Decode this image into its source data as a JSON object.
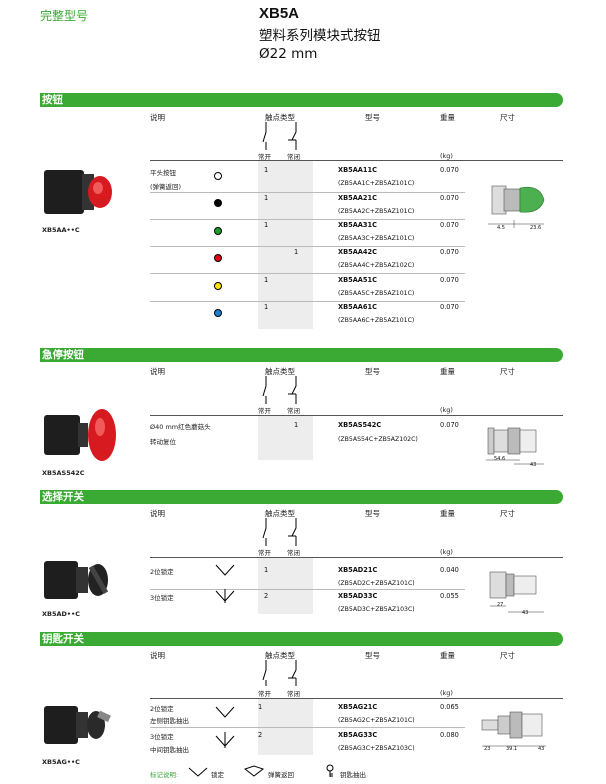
{
  "header": {
    "left_label": "完整型号",
    "title": "XB5A",
    "subtitle1": "塑料系列模块式按钮",
    "subtitle2": "Ø22 mm"
  },
  "columns": {
    "desc": "说明",
    "contact_type": "触点类型",
    "model": "型号",
    "weight": "重量",
    "size": "尺寸",
    "no": "常开",
    "nc": "常闭",
    "kg": "(kg)"
  },
  "colors": {
    "accent": "#3aaa35",
    "black": "#000000",
    "green": "#1a9e2c",
    "red": "#e2001a",
    "yellow": "#ffe600",
    "blue": "#1f7fd0"
  },
  "sections": [
    {
      "title": "按钮",
      "image_label": "XB5AA••C",
      "desc_lines": [
        "平头按钮",
        "(弹簧返回)"
      ],
      "rows": [
        {
          "no": "1",
          "nc": "",
          "model": "XB5AA11C",
          "model_sub": "(ZB5AA1C+ZB5AZ101C)",
          "weight": "0.070"
        },
        {
          "no": "1",
          "nc": "",
          "model": "XB5AA21C",
          "model_sub": "(ZB5AA2C+ZB5AZ101C)",
          "weight": "0.070"
        },
        {
          "no": "1",
          "nc": "",
          "model": "XB5AA31C",
          "model_sub": "(ZB5AA3C+ZB5AZ101C)",
          "weight": "0.070"
        },
        {
          "no": "",
          "nc": "1",
          "model": "XB5AA42C",
          "model_sub": "(ZB5AA4C+ZB5AZ102C)",
          "weight": "0.070"
        },
        {
          "no": "1",
          "nc": "",
          "model": "XB5AA51C",
          "model_sub": "(ZB5AA5C+ZB5AZ101C)",
          "weight": "0.070"
        },
        {
          "no": "1",
          "nc": "",
          "model": "XB5AA61C",
          "model_sub": "(ZB5AA6C+ZB5AZ101C)",
          "weight": "0.070"
        }
      ],
      "dims": [
        "4.5",
        "23.6"
      ]
    },
    {
      "title": "急停按钮",
      "image_label": "XB5AS542C",
      "desc_lines": [
        "Ø40 mm红色蘑菇头",
        "转动复位"
      ],
      "rows": [
        {
          "no": "",
          "nc": "1",
          "model": "XB5AS542C",
          "model_sub": "(ZB5AS54C+ZB5AZ102C)",
          "weight": "0.070"
        }
      ],
      "dims": [
        "54.6",
        "43"
      ]
    },
    {
      "title": "选择开关",
      "image_label": "XB5AD••C",
      "rows": [
        {
          "desc": "2位锁定",
          "no": "1",
          "nc": "",
          "model": "XB5AD21C",
          "model_sub": "(ZB5AD2C+ZB5AZ101C)",
          "weight": "0.040"
        },
        {
          "desc": "3位锁定",
          "no": "2",
          "nc": "",
          "model": "XB5AD33C",
          "model_sub": "(ZB5AD3C+ZB5AZ103C)",
          "weight": "0.055"
        }
      ],
      "dims": [
        "27",
        "43"
      ]
    },
    {
      "title": "钥匙开关",
      "image_label": "XB5AG••C",
      "rows": [
        {
          "desc": "2位锁定",
          "desc2": "左侧钥匙抽出",
          "no": "1",
          "nc": "",
          "model": "XB5AG21C",
          "model_sub": "(ZB5AG2C+ZB5AZ101C)",
          "weight": "0.065"
        },
        {
          "desc": "3位锁定",
          "desc2": "中间钥匙抽出",
          "no": "2",
          "nc": "",
          "model": "XB5AG33C",
          "model_sub": "(ZB5AG3C+ZB5AZ103C)",
          "weight": "0.080"
        }
      ],
      "dims": [
        "23",
        "39.1",
        "43"
      ]
    }
  ],
  "legend": {
    "label": "标记说明:",
    "lock": "锁定",
    "spring": "弹簧返回",
    "key": "钥匙抽出"
  }
}
